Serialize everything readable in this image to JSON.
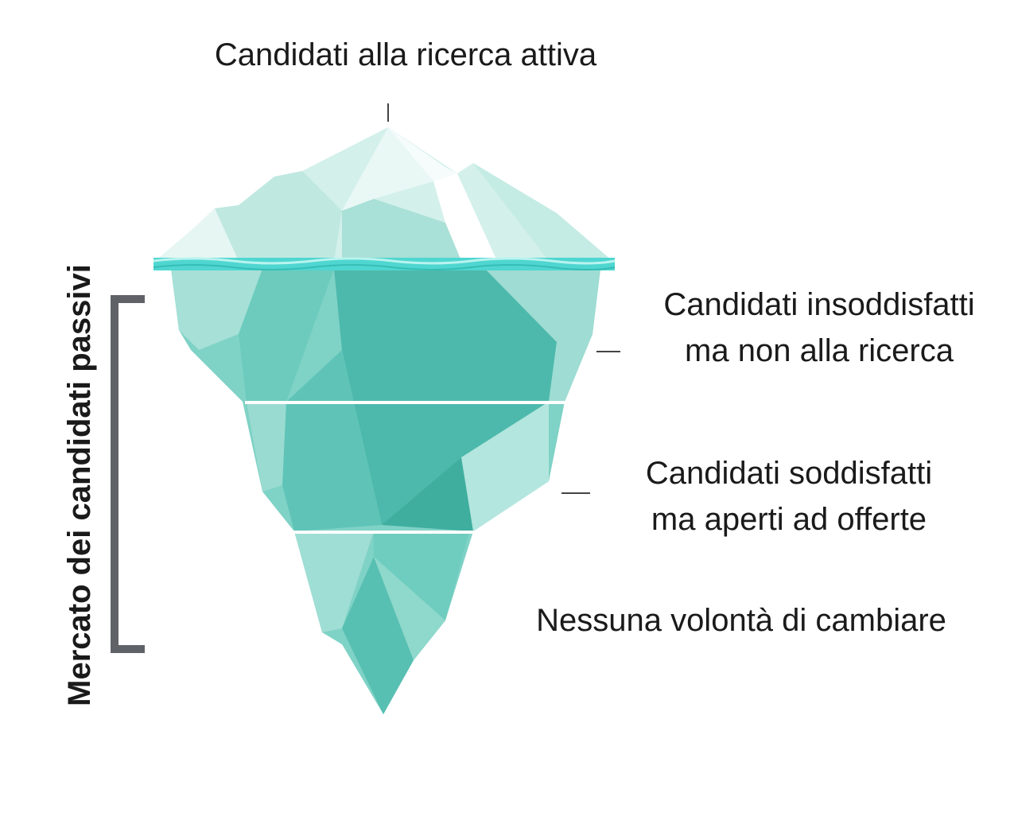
{
  "labels": {
    "top": "Candidati alla ricerca attiva",
    "unsatisfied": [
      "Candidati insoddisfatti",
      "ma non alla ricerca"
    ],
    "satisfied": [
      "Candidati soddisfatti",
      "ma aperti ad offerte"
    ],
    "no_change": "Nessuna volontà di cambiare",
    "side_title": "Mercato dei candidati passivi"
  },
  "colors": {
    "ice_above": "#c9ece6",
    "ice_above_light": "#eef9f7",
    "ice_below": "#5cc3b6",
    "ice_below_dark": "#48b5a8",
    "ice_below_light": "#9fdcd3",
    "waterline": "#4fd6d0",
    "bracket": "#5f6368",
    "leader": "#444444"
  }
}
